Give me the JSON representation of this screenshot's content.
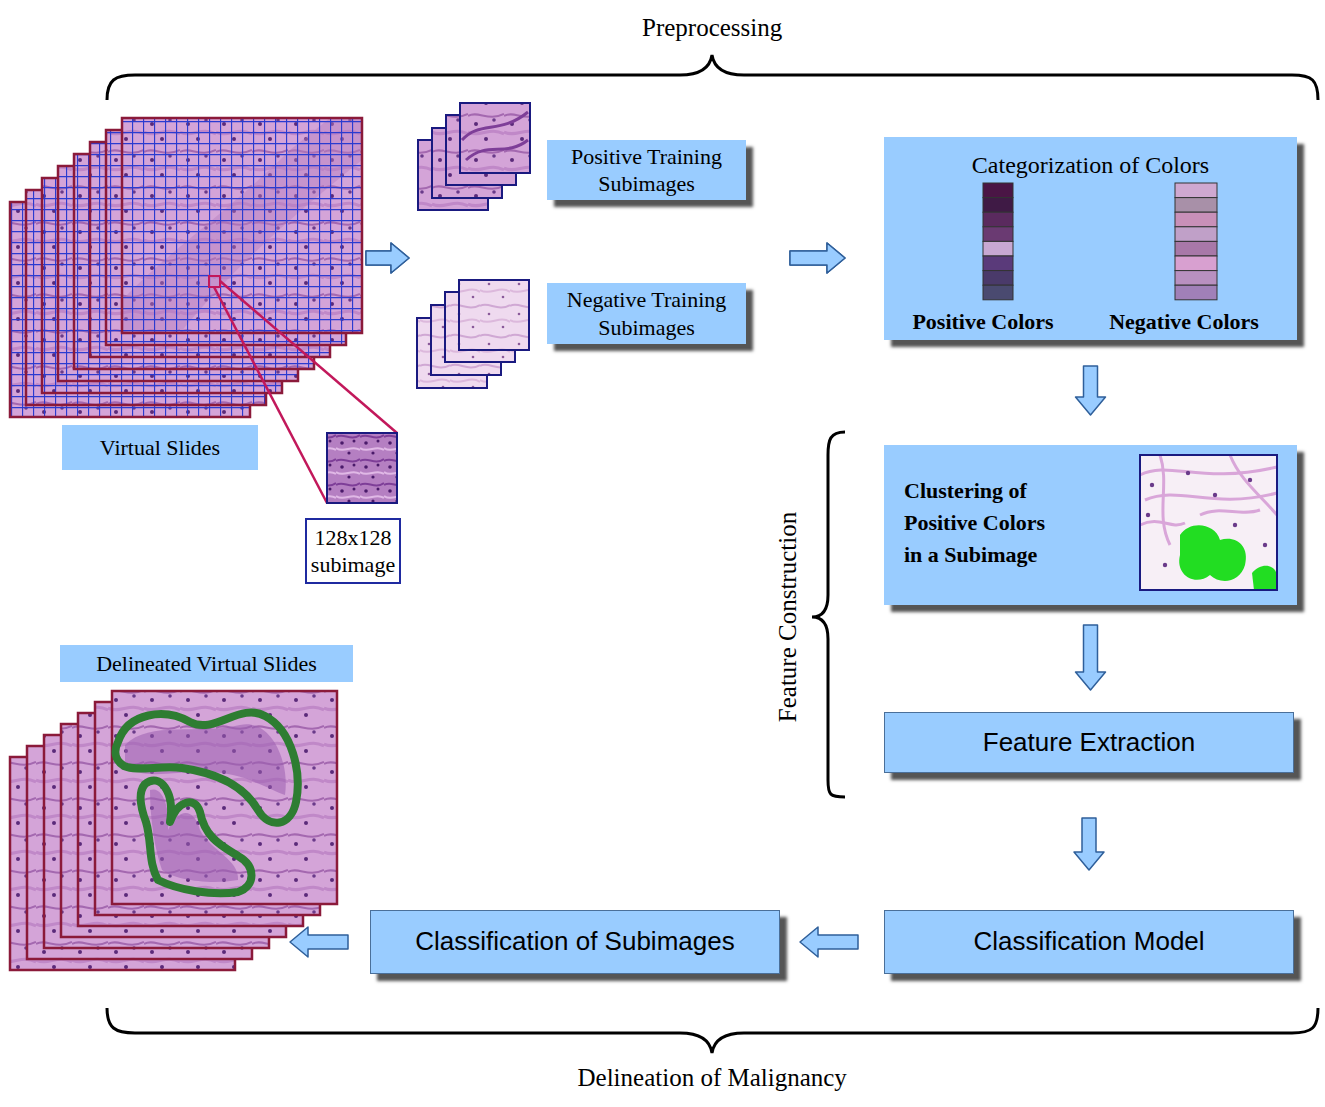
{
  "diagram": {
    "nodes": [
      {
        "text": [
          "Virtual Slides"
        ]
      },
      {
        "text": [
          "128x128 subimage"
        ]
      },
      {
        "text": [
          "Positive Training Subimages"
        ]
      },
      {
        "text": [
          "Negative Training Subimages"
        ]
      },
      {
        "text": [
          "Categorization of Colors",
          "Positive Colors",
          "Negative Colors"
        ]
      },
      {
        "text": [
          "Clustering of Positive Colors in a Subimage"
        ]
      },
      {
        "text": [
          "Feature Extraction"
        ]
      },
      {
        "text": [
          "Classification Model"
        ]
      },
      {
        "text": [
          "Classification of Subimages"
        ]
      },
      {
        "text": [
          "Delineated Virtual Slides"
        ]
      }
    ],
    "edges": [
      {
        "from": 0,
        "to": 2,
        "arrow": "to"
      },
      {
        "from": 0,
        "to": 3,
        "arrow": "to"
      },
      {
        "from": 2,
        "to": 4,
        "arrow": "to"
      },
      {
        "from": 3,
        "to": 4,
        "arrow": "to"
      },
      {
        "from": 4,
        "to": 5,
        "arrow": "to"
      },
      {
        "from": 5,
        "to": 6,
        "arrow": "to"
      },
      {
        "from": 6,
        "to": 7,
        "arrow": "to"
      },
      {
        "from": 7,
        "to": 8,
        "arrow": "to"
      },
      {
        "from": 8,
        "to": 9,
        "arrow": "to"
      }
    ],
    "labels": [
      "Preprocessing",
      "Feature Construction",
      "Delineation of Malignancy"
    ]
  }
}
